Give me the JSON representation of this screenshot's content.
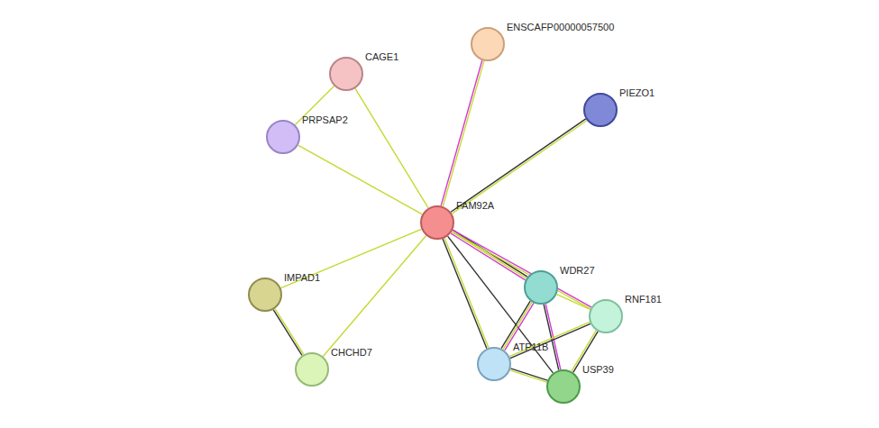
{
  "diagram": {
    "nodes": [
      {
        "text": [
          "ENSCAFP00000057500"
        ]
      },
      {
        "text": [
          "CAGE1"
        ]
      },
      {
        "text": [
          "PIEZO1"
        ]
      },
      {
        "text": [
          "PRPSAP2"
        ]
      },
      {
        "text": [
          "FAM92A"
        ]
      },
      {
        "text": [
          "WDR27"
        ]
      },
      {
        "text": [
          "IMPAD1"
        ]
      },
      {
        "text": [
          "RNF181"
        ]
      },
      {
        "text": [
          "ATP11B"
        ]
      },
      {
        "text": [
          "CHCHD7"
        ]
      },
      {
        "text": [
          "USP39"
        ]
      }
    ],
    "edges": [
      {
        "from": 4,
        "to": 0,
        "arrow": "none"
      },
      {
        "from": 1,
        "to": 3,
        "arrow": "none"
      },
      {
        "from": 4,
        "to": 1,
        "arrow": "none"
      },
      {
        "from": 4,
        "to": 3,
        "arrow": "none"
      },
      {
        "from": 4,
        "to": 2,
        "arrow": "none"
      },
      {
        "from": 4,
        "to": 6,
        "arrow": "none"
      },
      {
        "from": 4,
        "to": 9,
        "arrow": "none"
      },
      {
        "from": 6,
        "to": 9,
        "arrow": "none"
      },
      {
        "from": 4,
        "to": 5,
        "arrow": "none"
      },
      {
        "from": 4,
        "to": 7,
        "arrow": "none"
      },
      {
        "from": 4,
        "to": 8,
        "arrow": "none"
      },
      {
        "from": 4,
        "to": 10,
        "arrow": "none"
      },
      {
        "from": 5,
        "to": 7,
        "arrow": "none"
      },
      {
        "from": 5,
        "to": 8,
        "arrow": "none"
      },
      {
        "from": 5,
        "to": 10,
        "arrow": "none"
      },
      {
        "from": 7,
        "to": 8,
        "arrow": "none"
      },
      {
        "from": 7,
        "to": 10,
        "arrow": "none"
      },
      {
        "from": 8,
        "to": 10,
        "arrow": "none"
      }
    ]
  }
}
